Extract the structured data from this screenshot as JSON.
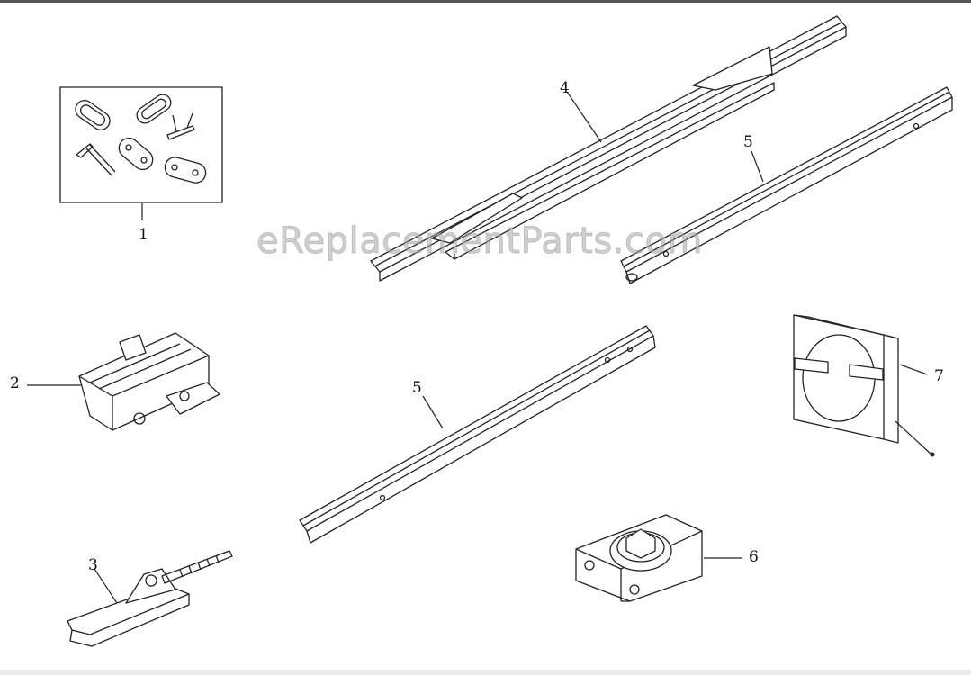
{
  "watermark": "eReplacementParts.com",
  "callouts": {
    "c1": "1",
    "c2": "2",
    "c3": "3",
    "c4": "4",
    "c5a": "5",
    "c5b": "5",
    "c6": "6",
    "c7": "7"
  },
  "colors": {
    "line": "#222222",
    "background": "#ffffff",
    "watermark": "#aaaaaa"
  }
}
